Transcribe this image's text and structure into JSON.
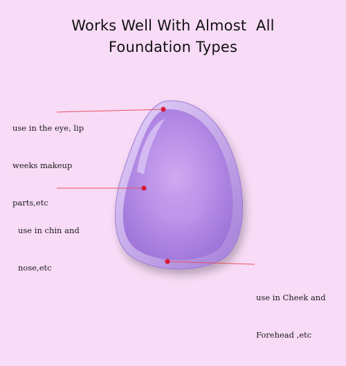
{
  "heading": {
    "line1": "Works Well With Almost  All",
    "line2": "Foundation Types"
  },
  "callouts": [
    {
      "lines": [
        "use in the eye, lip",
        "weeks makeup",
        "parts,etc"
      ],
      "target": "top"
    },
    {
      "lines": [
        "use in chin and",
        "nose,etc"
      ],
      "target": "center"
    },
    {
      "lines": [
        "use in Cheek and",
        "Forehead ,etc"
      ],
      "target": "bottom"
    }
  ],
  "colors": {
    "background": "#f8dbf7",
    "sponge": "#b98ee6",
    "sponge_light": "#d9c1f3",
    "marker": "#d81b3c",
    "leader_line": "#e8505f"
  },
  "icons": {
    "marker": "red-dot-marker"
  }
}
